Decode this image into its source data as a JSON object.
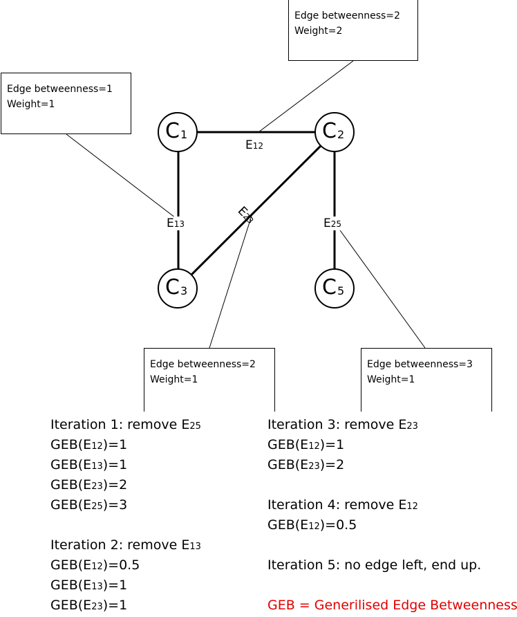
{
  "boxes": {
    "e12": [
      "Edge betweenness=2",
      "Weight=2"
    ],
    "e13": [
      "Edge betweenness=1",
      "Weight=1"
    ],
    "e23": [
      "Edge betweenness=2",
      "Weight=1"
    ],
    "e25": [
      "Edge betweenness=3",
      "Weight=1"
    ]
  },
  "nodes": {
    "c1": {
      "main": "C",
      "sub": "1"
    },
    "c2": {
      "main": "C",
      "sub": "2"
    },
    "c3": {
      "main": "C",
      "sub": "3"
    },
    "c5": {
      "main": "C",
      "sub": "5"
    }
  },
  "edges": {
    "e12": {
      "main": "E",
      "sub": "12"
    },
    "e13": {
      "main": "E",
      "sub": "13"
    },
    "e23": {
      "main": "E",
      "sub": "23"
    },
    "e25": {
      "main": "E",
      "sub": "25"
    }
  },
  "iterations_left": {
    "iter1": {
      "prefix": "Iteration 1: remove E",
      "sub": "25"
    },
    "i1_geb12": {
      "pre": "GEB(E",
      "sub": "12",
      "post": ")=1"
    },
    "i1_geb13": {
      "pre": "GEB(E",
      "sub": "13",
      "post": ")=1"
    },
    "i1_geb23": {
      "pre": "GEB(E",
      "sub": "23",
      "post": ")=2"
    },
    "i1_geb25": {
      "pre": "GEB(E",
      "sub": "25",
      "post": ")=3"
    },
    "iter2": {
      "prefix": "Iteration 2: remove E",
      "sub": "13"
    },
    "i2_geb12": {
      "pre": "GEB(E",
      "sub": "12",
      "post": ")=0.5"
    },
    "i2_geb13": {
      "pre": "GEB(E",
      "sub": "13",
      "post": ")=1"
    },
    "i2_geb23": {
      "pre": "GEB(E",
      "sub": "23",
      "post": ")=1"
    }
  },
  "iterations_right": {
    "iter3": {
      "prefix": "Iteration 3: remove E",
      "sub": "23"
    },
    "i3_geb12": {
      "pre": "GEB(E",
      "sub": "12",
      "post": ")=1"
    },
    "i3_geb23": {
      "pre": "GEB(E",
      "sub": "23",
      "post": ")=2"
    },
    "iter4": {
      "prefix": "Iteration 4: remove E",
      "sub": "12"
    },
    "i4_geb12": {
      "pre": "GEB(E",
      "sub": "12",
      "post": ")=0.5"
    },
    "iter5": "Iteration 5: no edge left, end up.",
    "legend": "GEB = Generilised Edge Betweenness"
  },
  "colors": {
    "legend": "#e00000",
    "stroke": "#000000"
  }
}
